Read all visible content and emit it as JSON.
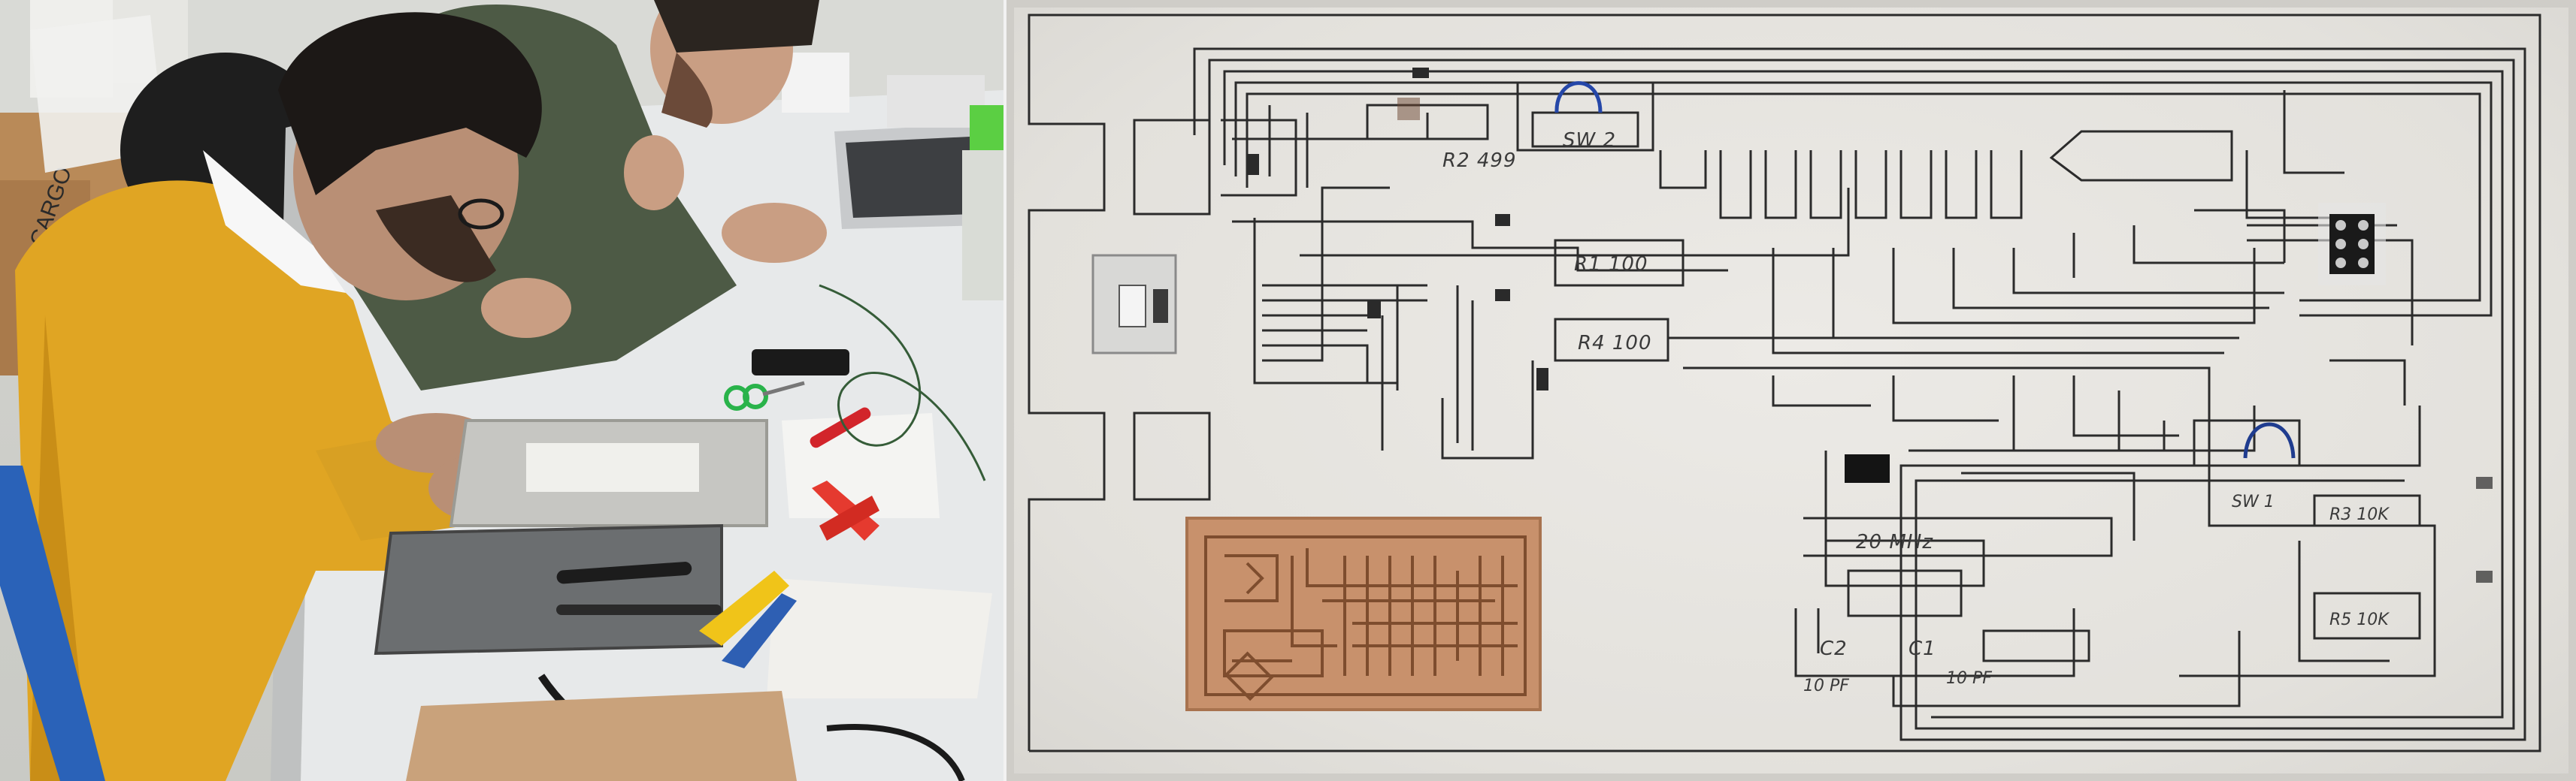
{
  "photos": {
    "left_alt": "",
    "right_alt": ""
  },
  "schematic_labels": {
    "r_top": "R2 499",
    "sw_top": "SW 2",
    "r1": "R1 100",
    "r4": "R4 100",
    "crystal": "20 MHz",
    "c2": "C2",
    "c1": "C1",
    "c2_val": "10 PF",
    "c1_val": "10 PF",
    "sw1": "SW 1",
    "r_right_a": "R3 10K",
    "r_right_b": "R5 10K"
  },
  "colors": {
    "sweater": "#e0a523",
    "jacket": "#4d5a45",
    "copper": "#c8916c",
    "trace": "#2b2b2b"
  }
}
